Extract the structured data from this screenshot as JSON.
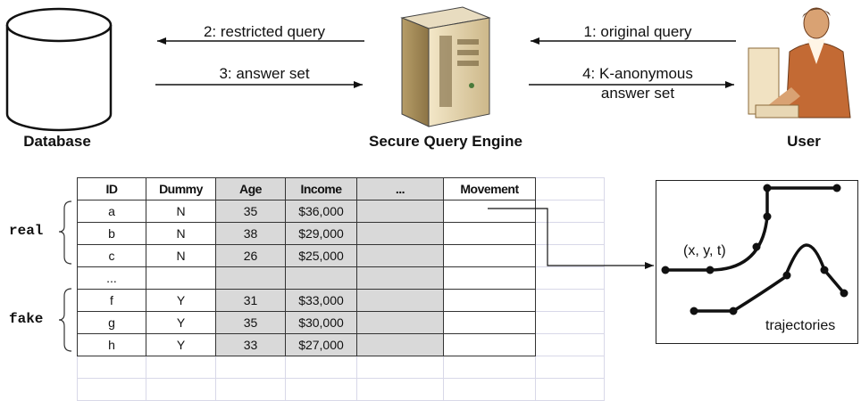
{
  "top": {
    "database_caption": "Database",
    "engine_caption": "Secure Query Engine",
    "user_caption": "User",
    "arrow_restricted_query": "2: restricted query",
    "arrow_answer_set": "3: answer set",
    "arrow_original_query": "1: original query",
    "arrow_k_anon_line1": "4: K-anonymous",
    "arrow_k_anon_line2": "answer set"
  },
  "table": {
    "headers": [
      "ID",
      "Dummy",
      "Age",
      "Income",
      "...",
      "Movement"
    ],
    "rows": [
      [
        "a",
        "N",
        "35",
        "$36,000",
        "",
        ""
      ],
      [
        "b",
        "N",
        "38",
        "$29,000",
        "",
        ""
      ],
      [
        "c",
        "N",
        "26",
        "$25,000",
        "",
        ""
      ],
      [
        "...",
        "",
        "",
        "",
        "",
        ""
      ],
      [
        "f",
        "Y",
        "31",
        "$33,000",
        "",
        ""
      ],
      [
        "g",
        "Y",
        "35",
        "$30,000",
        "",
        ""
      ],
      [
        "h",
        "Y",
        "33",
        "$27,000",
        "",
        ""
      ]
    ],
    "group_real": "real",
    "group_fake": "fake"
  },
  "trajectory": {
    "point_label": "(x, y, t)",
    "caption": "trajectories"
  }
}
